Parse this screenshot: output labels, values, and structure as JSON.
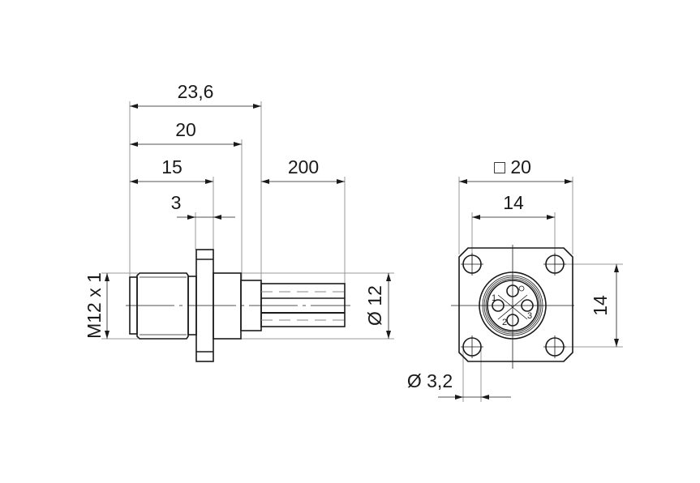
{
  "side_view": {
    "dim_overall": "23,6",
    "dim_body": "20",
    "dim_flange": "15",
    "dim_flange_thickness": "3",
    "dim_cable": "200",
    "thread": "M12 x 1",
    "diameter": "Ø 12"
  },
  "front_view": {
    "dim_square": "□ 20",
    "dim_hole_spacing_h": "14",
    "dim_hole_spacing_v": "14",
    "hole_diameter": "Ø 3,2",
    "pins": [
      "1",
      "2",
      "3"
    ]
  }
}
